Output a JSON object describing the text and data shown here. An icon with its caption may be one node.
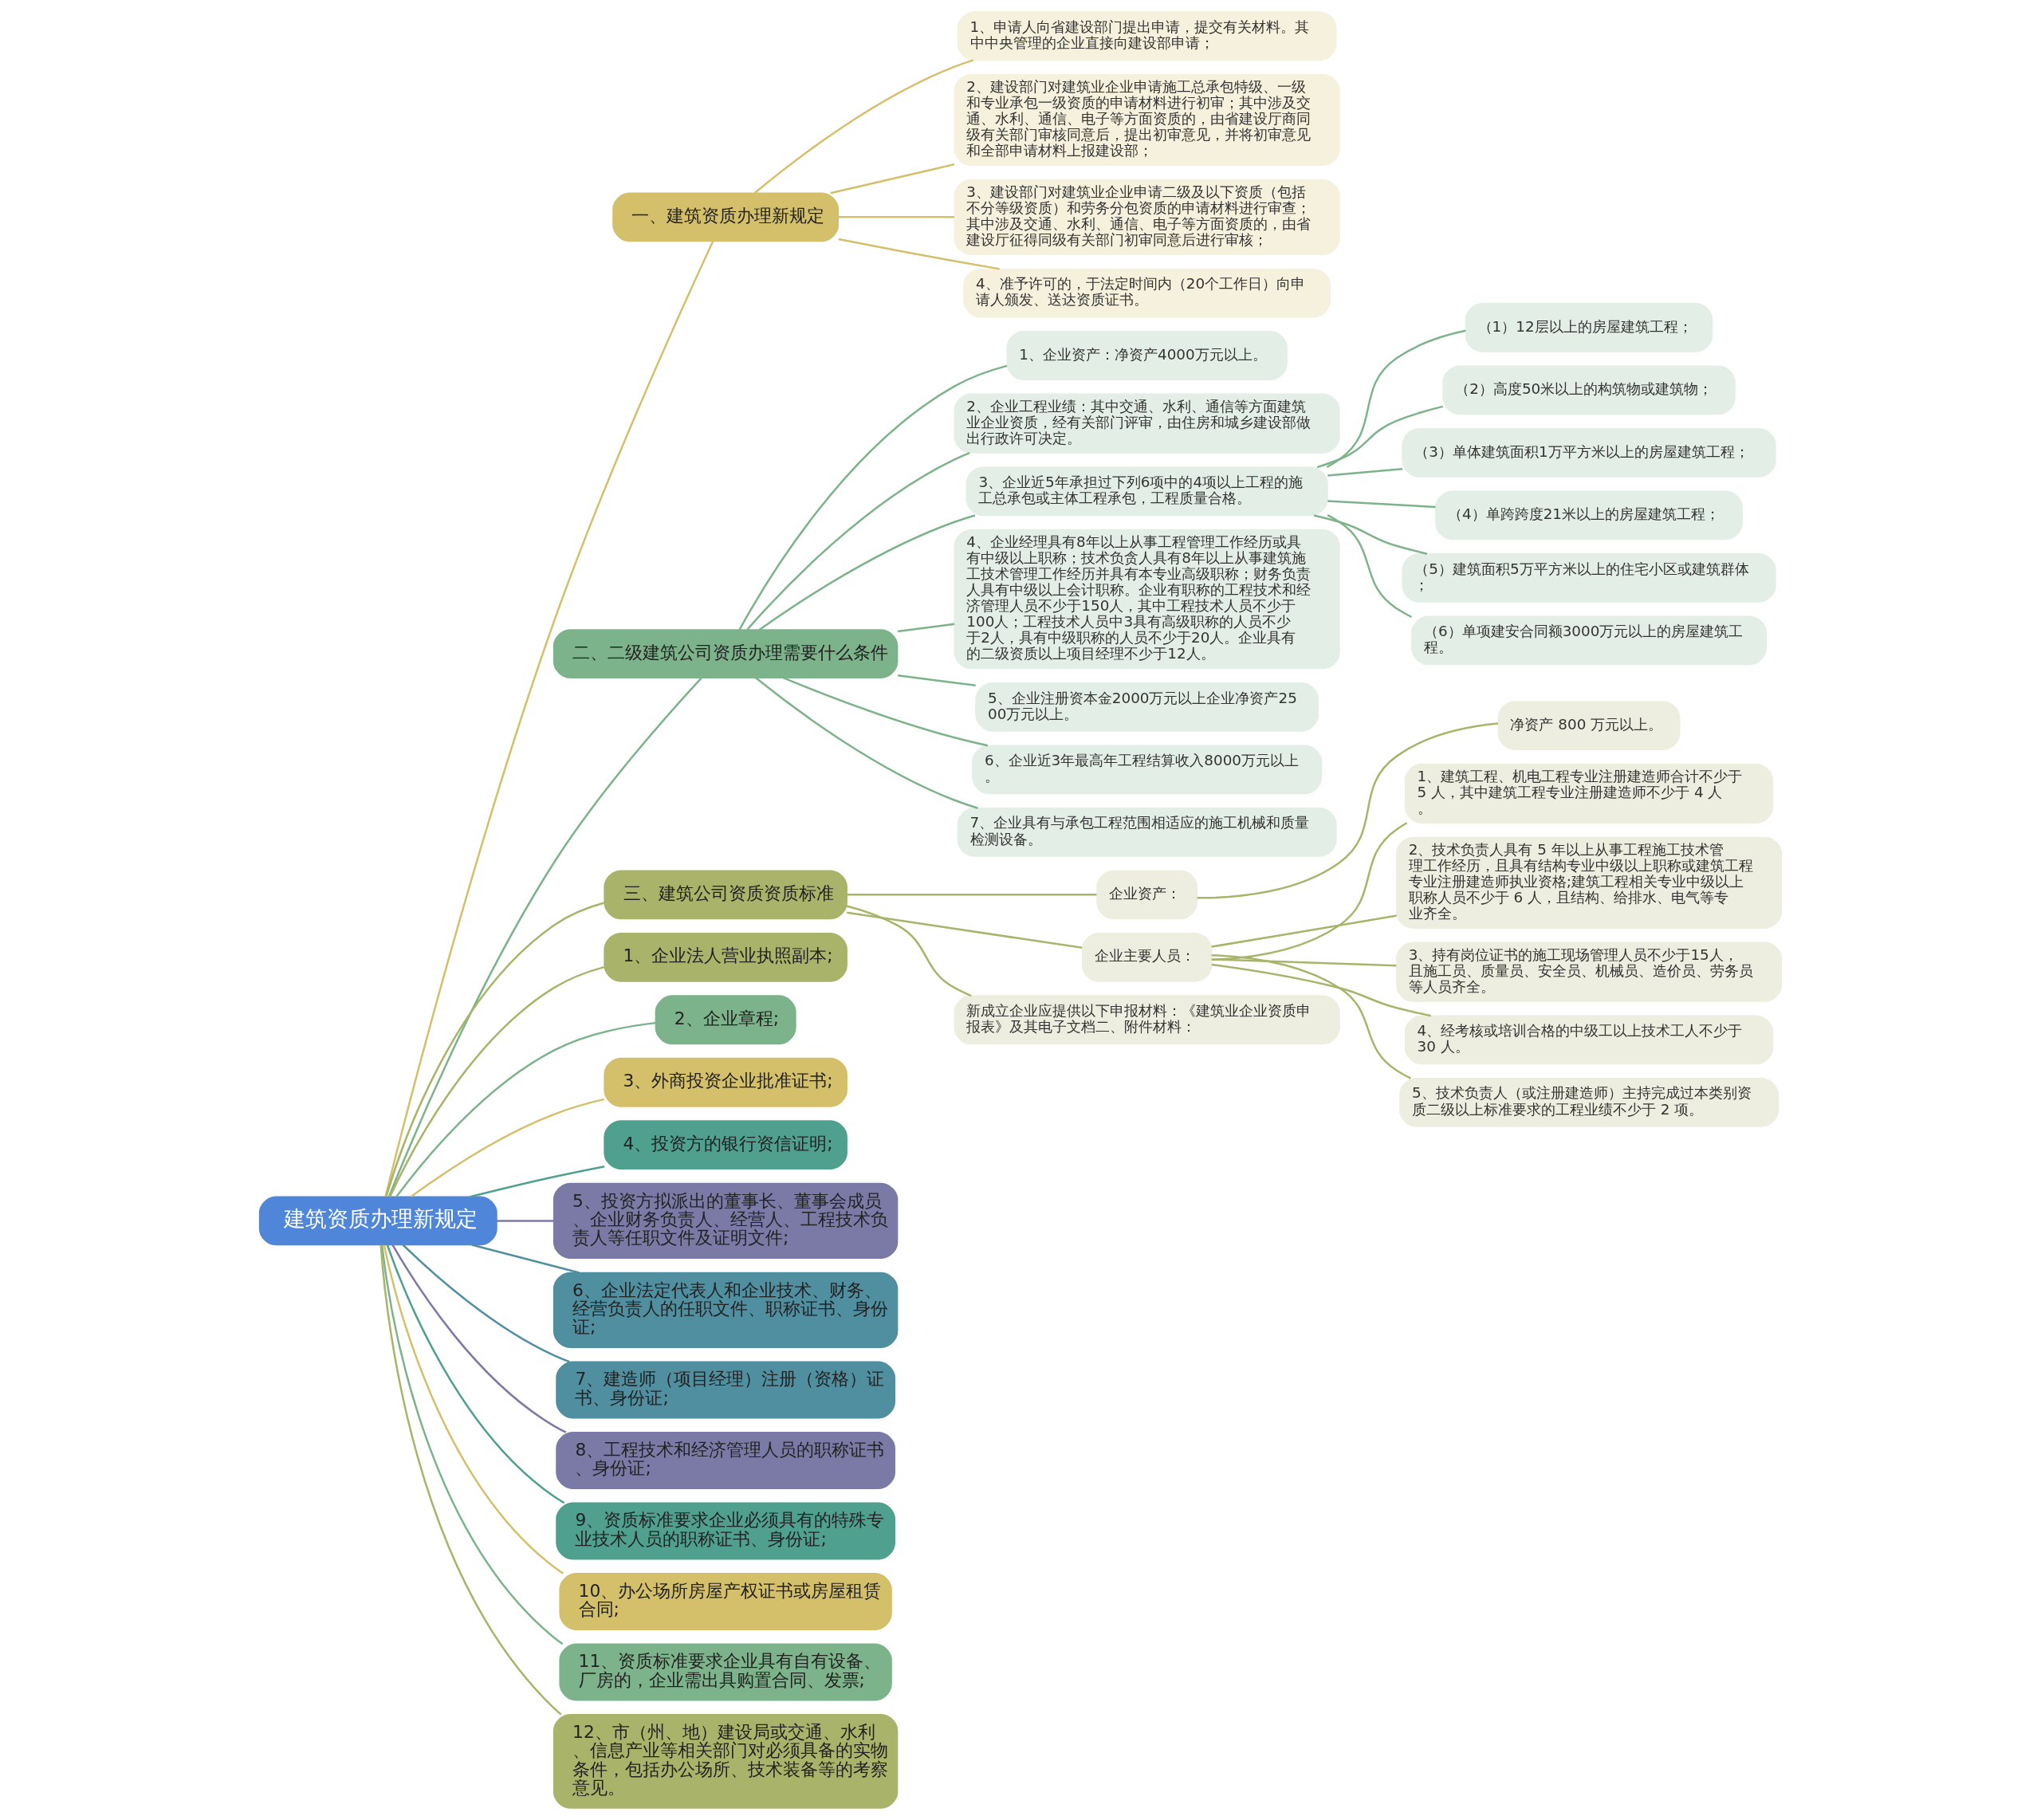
{
  "diagram": {
    "nodes": [
      {
        "text": [
          "建筑资质办理新规定"
        ]
      },
      {
        "text": [
          "一、建筑资质办理新规定"
        ]
      },
      {
        "text": [
          "1、申请人向省建设部门提出申请，提交有关材料。其中中央管理的企业直接向建设部申请；"
        ]
      },
      {
        "text": [
          "2、建设部门对建筑业企业申请施工总承包特级、一级和专业承包一级资质的申请材料进行初审；其中涉及交通、水利、通信、电子等方面资质的，由省建设厅商同级有关部门审核同意后，提出初审意见，并将初审意见和全部申请材料上报建设部；"
        ]
      },
      {
        "text": [
          "3、建设部门对建筑业企业申请二级及以下资质（包括不分等级资质）和劳务分包资质的申请材料进行审查；其中涉及交通、水利、通信、电子等方面资质的，由省建设厅征得同级有关部门初审同意后进行审核；"
        ]
      },
      {
        "text": [
          "4、准予许可的，于法定时间内（20个工作日）向申请人颁发、送达资质证书。"
        ]
      },
      {
        "text": [
          "二、二级建筑公司资质办理需要什么条件"
        ]
      },
      {
        "text": [
          "1、企业资产：净资产4000万元以上。"
        ]
      },
      {
        "text": [
          "2、企业工程业绩：其中交通、水利、通信等方面建筑业企业资质，经有关部门评审，由住房和城乡建设部做出行政许可决定。"
        ]
      },
      {
        "text": [
          "3、企业近5年承担过下列6项中的4项以上工程的施工总承包或主体工程承包，工程质量合格。"
        ]
      },
      {
        "text": [
          "（1）12层以上的房屋建筑工程；"
        ]
      },
      {
        "text": [
          "（2）高度50米以上的构筑物或建筑物；"
        ]
      },
      {
        "text": [
          "（3）单体建筑面积1万平方米以上的房屋建筑工程；"
        ]
      },
      {
        "text": [
          "（4）单跨跨度21米以上的房屋建筑工程；"
        ]
      },
      {
        "text": [
          "（5）建筑面积5万平方米以上的住宅小区或建筑群体；"
        ]
      },
      {
        "text": [
          "（6）单项建安合同额3000万元以上的房屋建筑工程。"
        ]
      },
      {
        "text": [
          "4、企业经理具有8年以上从事工程管理工作经历或具有中级以上职称；技术负贪人具有8年以上从事建筑施工技术管理工作经历并具有本专业高级职称；财务负责人具有中级以上会计职称。企业有职称的工程技术和经济管理人员不少于150人，其中工程技术人员不少于100人；工程技术人员中3具有高级职称的人员不少于2人，具有中级职称的人员不少于20人。企业具有的二级资质以上项目经理不少于12人。"
        ]
      },
      {
        "text": [
          "5、企业注册资本金2000万元以上企业净资产2500万元以上。"
        ]
      },
      {
        "text": [
          "6、企业近3年最高年工程结算收入8000万元以上。"
        ]
      },
      {
        "text": [
          "7、企业具有与承包工程范围相适应的施工机械和质量检测设备。"
        ]
      },
      {
        "text": [
          "三、建筑公司资质资质标准"
        ]
      },
      {
        "text": [
          "企业资产："
        ]
      },
      {
        "text": [
          "净资产 800 万元以上。"
        ]
      },
      {
        "text": [
          "企业主要人员："
        ]
      },
      {
        "text": [
          "1、建筑工程、机电工程专业注册建造师合计不少于 5 人，其中建筑工程专业注册建造师不少于 4 人。"
        ]
      },
      {
        "text": [
          "2、技术负责人具有 5 年以上从事工程施工技术管理工作经历，且具有结构专业中级以上职称或建筑工程专业注册建造师执业资格;建筑工程相关专业中级以上职称人员不少于 6 人，且结构、给排水、电气等专业齐全。"
        ]
      },
      {
        "text": [
          "3、持有岗位证书的施工现场管理人员不少于15人，且施工员、质量员、安全员、机械员、造价员、劳务员等人员齐全。"
        ]
      },
      {
        "text": [
          "4、经考核或培训合格的中级工以上技术工人不少于 30 人。"
        ]
      },
      {
        "text": [
          "5、技术负责人（或注册建造师）主持完成过本类别资质二级以上标准要求的工程业绩不少于 2 项。"
        ]
      },
      {
        "text": [
          "新成立企业应提供以下申报材料：《建筑业企业资质申报表》及其电子文档二、附件材料："
        ]
      },
      {
        "text": [
          "1、企业法人营业执照副本;"
        ]
      },
      {
        "text": [
          "2、企业章程;"
        ]
      },
      {
        "text": [
          "3、外商投资企业批准证书;"
        ]
      },
      {
        "text": [
          "4、投资方的银行资信证明;"
        ]
      },
      {
        "text": [
          "5、投资方拟派出的董事长、董事会成员、企业财务负责人、经营人、工程技术负责人等任职文件及证明文件;"
        ]
      },
      {
        "text": [
          "6、企业法定代表人和企业技术、财务、经营负责人的任职文件、职称证书、身份证;"
        ]
      },
      {
        "text": [
          "7、建造师（项目经理）注册（资格）证书、身份证;"
        ]
      },
      {
        "text": [
          "8、工程技术和经济管理人员的职称证书、身份证;"
        ]
      },
      {
        "text": [
          "9、资质标准要求企业必须具有的特殊专业技术人员的职称证书、身份证;"
        ]
      },
      {
        "text": [
          "10、办公场所房屋产权证书或房屋租赁合同;"
        ]
      },
      {
        "text": [
          "11、资质标准要求企业具有自有设备、厂房的，企业需出具购置合同、发票;"
        ]
      },
      {
        "text": [
          "12、市（州、地）建设局或交通、水利、信息产业等相关部门对必须具备的实物条件，包括办公场所、技术装备等的考察意见。"
        ]
      }
    ],
    "edges": [
      {
        "from": 0,
        "to": 1,
        "arrow": "none",
        "color": "#d4bf6a"
      },
      {
        "from": 1,
        "to": 2,
        "arrow": "none",
        "color": "#d4bf6a"
      },
      {
        "from": 1,
        "to": 3,
        "arrow": "none",
        "color": "#d4bf6a"
      },
      {
        "from": 1,
        "to": 4,
        "arrow": "none",
        "color": "#d4bf6a"
      },
      {
        "from": 1,
        "to": 5,
        "arrow": "none",
        "color": "#d4bf6a"
      },
      {
        "from": 0,
        "to": 6,
        "arrow": "none"
      },
      {
        "from": 6,
        "to": 7,
        "arrow": "none"
      },
      {
        "from": 6,
        "to": 8,
        "arrow": "none"
      },
      {
        "from": 6,
        "to": 9,
        "arrow": "none"
      },
      {
        "from": 9,
        "to": 10,
        "arrow": "none"
      },
      {
        "from": 9,
        "to": 11,
        "arrow": "none"
      },
      {
        "from": 9,
        "to": 12,
        "arrow": "none"
      },
      {
        "from": 9,
        "to": 13,
        "arrow": "none"
      },
      {
        "from": 9,
        "to": 14,
        "arrow": "none"
      },
      {
        "from": 9,
        "to": 15,
        "arrow": "none"
      },
      {
        "from": 6,
        "to": 16,
        "arrow": "none"
      },
      {
        "from": 6,
        "to": 17,
        "arrow": "none"
      },
      {
        "from": 6,
        "to": 18,
        "arrow": "none"
      },
      {
        "from": 6,
        "to": 19,
        "arrow": "none"
      },
      {
        "from": 0,
        "to": 20,
        "arrow": "none",
        "color": "#a9b46a"
      },
      {
        "from": 20,
        "to": 21,
        "arrow": "none",
        "color": "#a9b46a"
      },
      {
        "from": 21,
        "to": 22,
        "arrow": "none",
        "color": "#a9b46a"
      },
      {
        "from": 20,
        "to": 23,
        "arrow": "none",
        "color": "#a9b46a"
      },
      {
        "from": 23,
        "to": 24,
        "arrow": "none",
        "color": "#a9b46a"
      },
      {
        "from": 23,
        "to": 25,
        "arrow": "none",
        "color": "#a9b46a"
      },
      {
        "from": 23,
        "to": 26,
        "arrow": "none",
        "color": "#a9b46a"
      },
      {
        "from": 23,
        "to": 27,
        "arrow": "none",
        "color": "#a9b46a"
      },
      {
        "from": 23,
        "to": 28,
        "arrow": "none",
        "color": "#a9b46a"
      },
      {
        "from": 20,
        "to": 29,
        "arrow": "none",
        "color": "#a9b46a"
      },
      {
        "from": 0,
        "to": 30,
        "arrow": "none",
        "color": "#a9b46a"
      },
      {
        "from": 0,
        "to": 31,
        "arrow": "none"
      },
      {
        "from": 0,
        "to": 32,
        "arrow": "none",
        "color": "#d4bf6a"
      },
      {
        "from": 0,
        "to": 33,
        "arrow": "none",
        "color": "#4fa08f"
      },
      {
        "from": 0,
        "to": 34,
        "arrow": "none",
        "color": "#7b7aa6"
      },
      {
        "from": 0,
        "to": 35,
        "arrow": "none",
        "color": "#4f8fa0"
      },
      {
        "from": 0,
        "to": 36,
        "arrow": "none",
        "color": "#4f8fa0"
      },
      {
        "from": 0,
        "to": 37,
        "arrow": "none",
        "color": "#7b7aa6"
      },
      {
        "from": 0,
        "to": 38,
        "arrow": "none",
        "color": "#4fa08f"
      },
      {
        "from": 0,
        "to": 39,
        "arrow": "none",
        "color": "#d4bf6a"
      },
      {
        "from": 0,
        "to": 40,
        "arrow": "none"
      },
      {
        "from": 0,
        "to": 41,
        "arrow": "none",
        "color": "#a9b46a"
      }
    ]
  }
}
